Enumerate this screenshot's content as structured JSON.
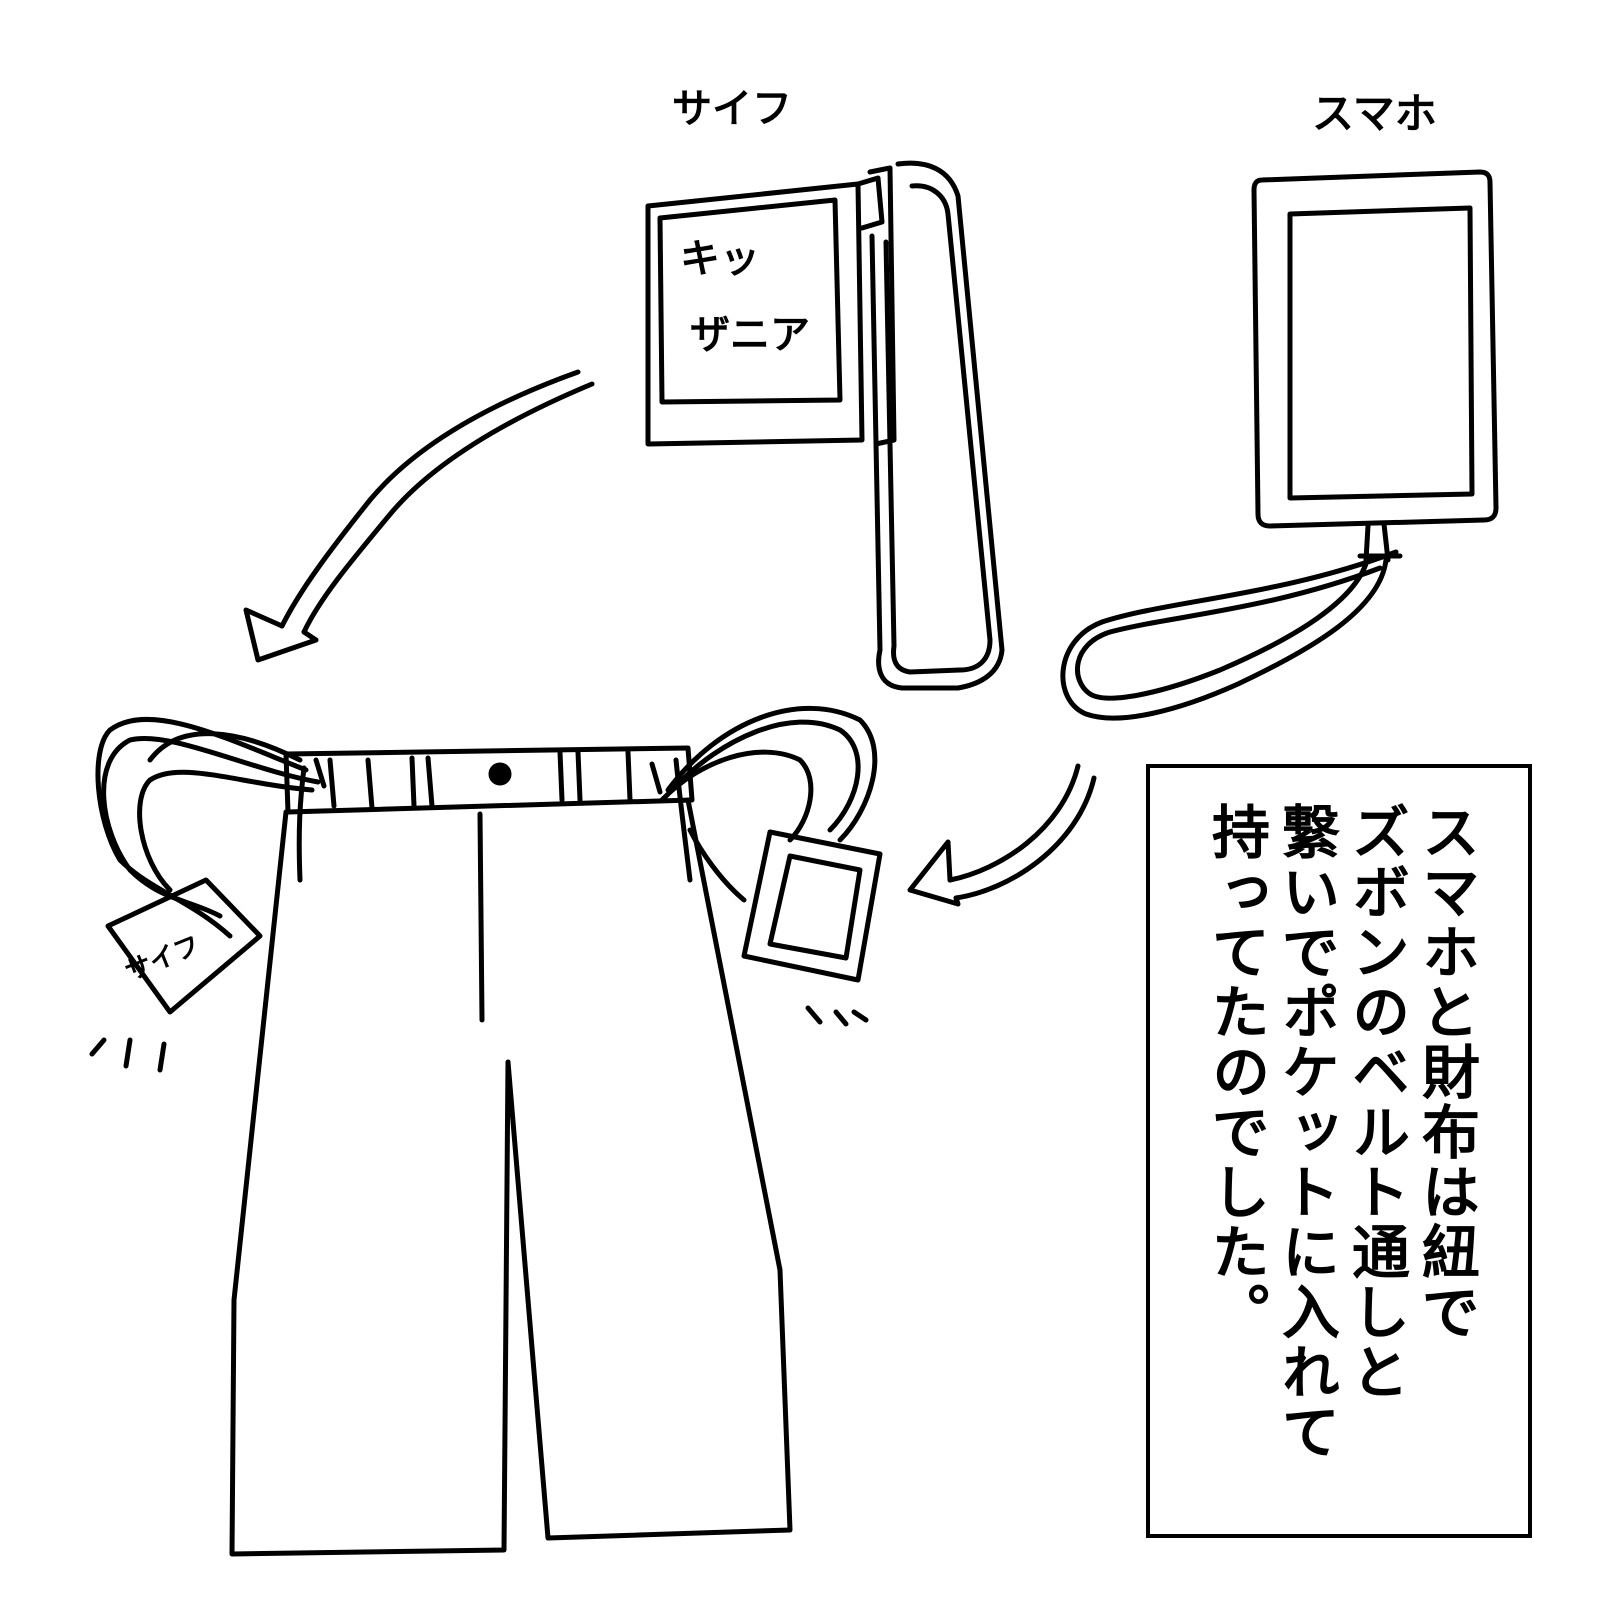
{
  "labels": {
    "wallet_title": "サイフ",
    "phone_title": "スマホ",
    "wallet_brand_line1": "キッ",
    "wallet_brand_line2": "ザニア",
    "hanging_wallet": "サイフ"
  },
  "caption": {
    "lines": [
      "スマホと財布は紐で",
      "ズボンのベルト通しと",
      "繋いでポケットに入れて",
      "持ってたのでした。"
    ]
  },
  "colors": {
    "ink": "#000000",
    "paper": "#ffffff"
  }
}
